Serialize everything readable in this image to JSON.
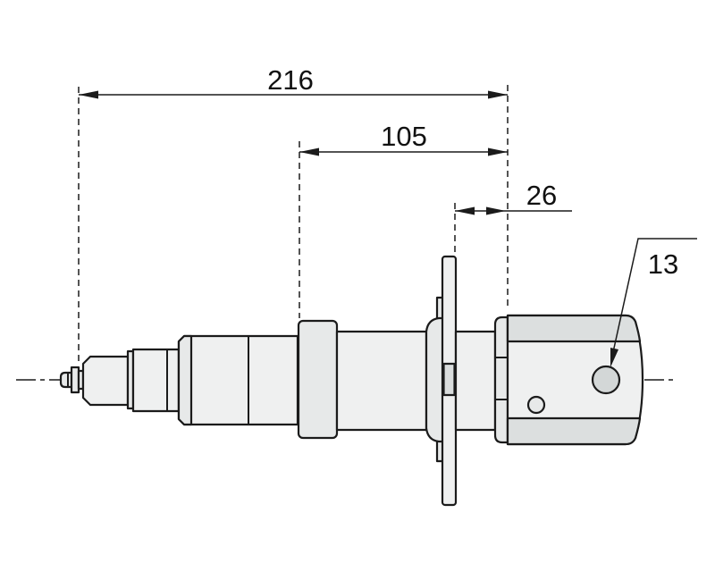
{
  "drawing": {
    "dimensions": {
      "overall_length": "216",
      "mid_length": "105",
      "flange_offset": "26"
    },
    "callouts": {
      "hole_label": "13"
    }
  },
  "colors": {
    "stroke": "#1b1b1b",
    "fill-light": "#eff0f0",
    "fill-mid": "#e7e9e9",
    "fill-dark": "#dcdfdf",
    "fill-hole": "#d3d7d7",
    "fill-slot": "#d9dcdc",
    "dim-text": "#111111",
    "background": "#ffffff"
  }
}
